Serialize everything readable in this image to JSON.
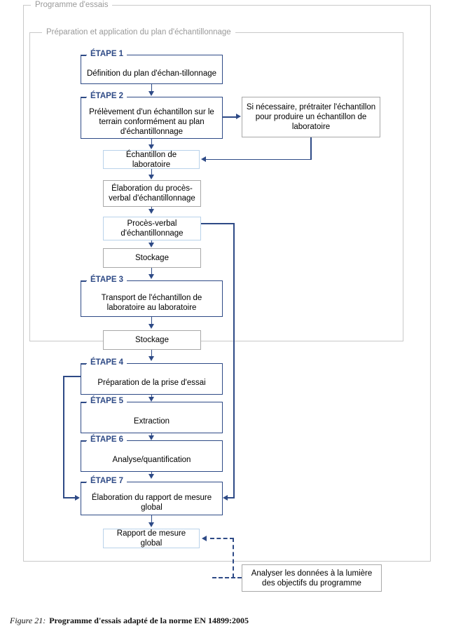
{
  "figure": {
    "number": "Figure 21:",
    "caption": "Programme d'essais adapté de la norme EN 14899:2005"
  },
  "frames": [
    {
      "id": "outer",
      "label": "Programme d'essais"
    },
    {
      "id": "inner",
      "label": "Préparation et application du plan d'échantillonnage"
    }
  ],
  "steps": {
    "step1": {
      "label": "ÉTAPE 1",
      "text": "Définition du plan d'échan-tillonnage"
    },
    "step2": {
      "label": "ÉTAPE 2",
      "text": "Prélèvement d'un échantillon sur le terrain conformément au plan d'échantillonnage"
    },
    "step3": {
      "label": "ÉTAPE 3",
      "text": "Transport de l'échantillon de laboratoire au laboratoire"
    },
    "step4": {
      "label": "ÉTAPE 4",
      "text": "Préparation de la prise d'essai"
    },
    "step5": {
      "label": "ÉTAPE 5",
      "text": "Extraction"
    },
    "step6": {
      "label": "ÉTAPE 6",
      "text": "Analyse/quantification"
    },
    "step7": {
      "label": "ÉTAPE 7",
      "text": "Élaboration du rapport de mesure global"
    }
  },
  "nodes": {
    "pretreat": {
      "text": "Si nécessaire, prétraiter l'échantillon pour produire un échantillon de laboratoire"
    },
    "lab_sample": {
      "text": "Échantillon de laboratoire"
    },
    "report_draft": {
      "text": "Élaboration du procès-verbal d'échantillonnage"
    },
    "report": {
      "text": "Procès-verbal d'échantillonnage"
    },
    "storage1": {
      "text": "Stockage"
    },
    "storage2": {
      "text": "Stockage"
    },
    "global_report": {
      "text": "Rapport de mesure global"
    },
    "analyse": {
      "text": "Analyser les données à la lumière des objectifs du programme"
    }
  },
  "colors": {
    "step_border": "#2e4a86",
    "step_label": "#2e4a86",
    "gray_border": "#a8a8a8",
    "lightblue_border": "#b9d2ea",
    "frame_border": "#c9c9c9",
    "frame_label": "#9a9a9a",
    "connector": "#2e4a86"
  }
}
